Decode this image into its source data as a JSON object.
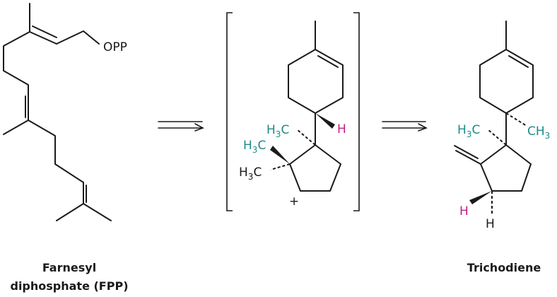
{
  "colors": {
    "bond": "#1a1a1a",
    "teal_label": "#1f8a8a",
    "pink_label": "#c21f84"
  },
  "labels": {
    "opp": "OPP",
    "h3c": "H",
    "h3c_sub": "3",
    "h3c_tail": "C",
    "ch3_head": "CH",
    "ch3_sub": "3",
    "h": "H",
    "plus": "+"
  },
  "compounds": {
    "fpp_line1": "Farnesyl",
    "fpp_line2": "diphosphate (FPP)",
    "product": "Trichodiene"
  }
}
